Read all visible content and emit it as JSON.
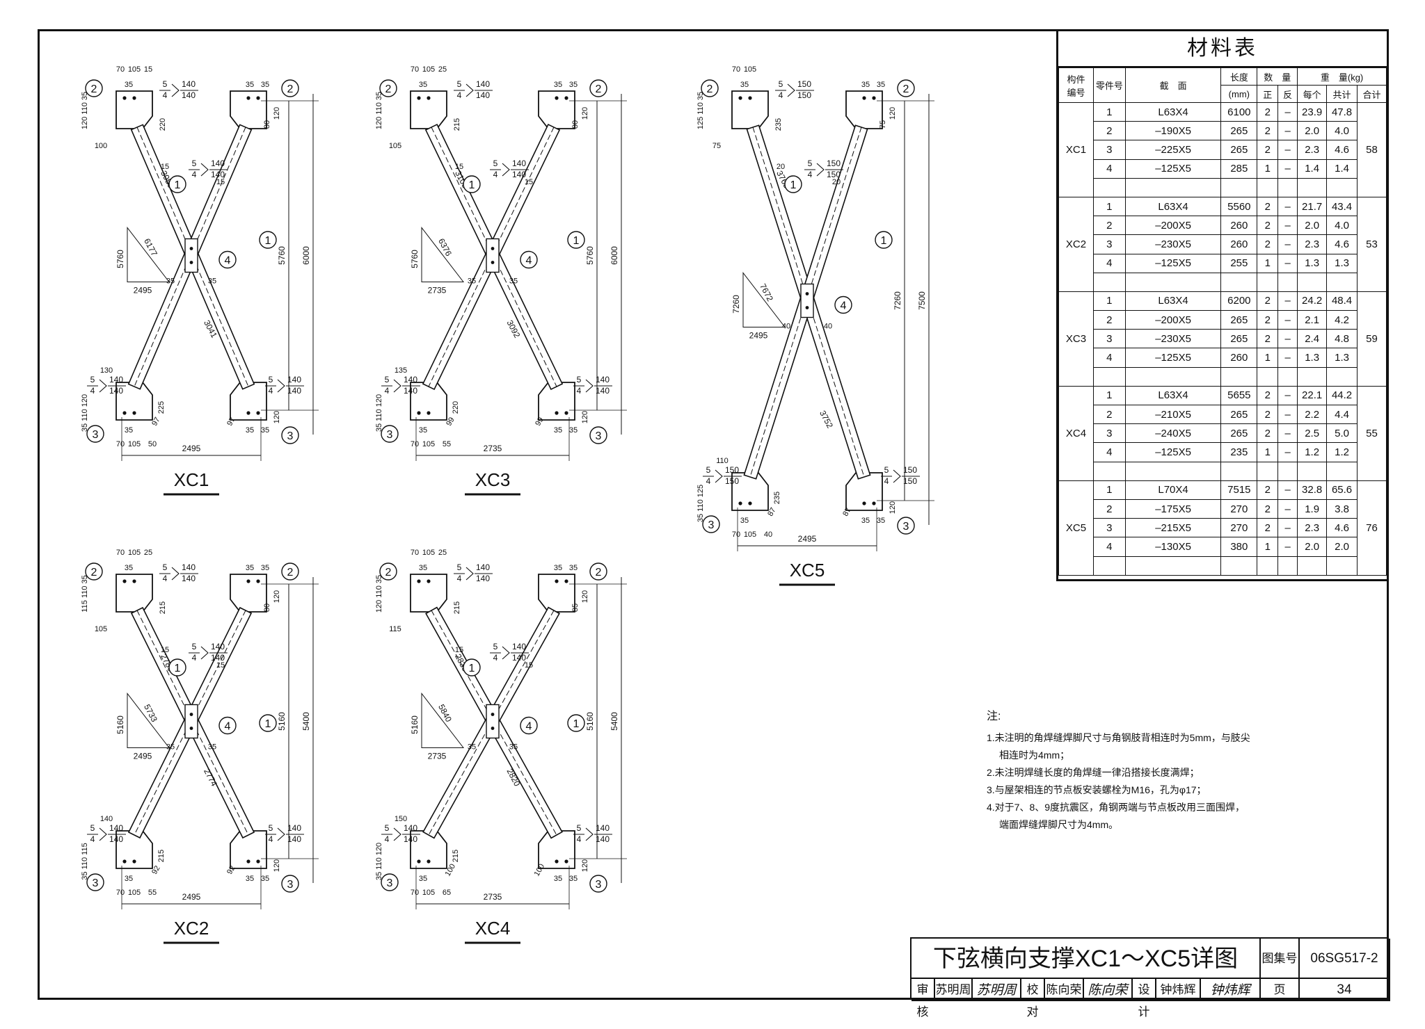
{
  "title_block": {
    "drawing_title": "下弦横向支撑XC1～XC5详图",
    "atlas_label": "图集号",
    "atlas_no": "06SG517-2",
    "review_label": "审核",
    "reviewer": "苏明周",
    "reviewer_sig": "苏明周",
    "check_label": "校对",
    "checker": "陈向荣",
    "checker_sig": "陈向荣",
    "design_label": "设计",
    "designer": "钟炜辉",
    "designer_sig": "钟炜辉",
    "page_label": "页",
    "page_no": "34"
  },
  "material_table": {
    "title": "材料表",
    "headers": {
      "member_no": [
        "构件",
        "编号"
      ],
      "part_no": "零件号",
      "section": "截　面",
      "length": [
        "长度",
        "(mm)"
      ],
      "qty": "数　量",
      "qty_pos": "正",
      "qty_neg": "反",
      "weight": "重　量(kg)",
      "w_each": "每个",
      "w_total": "共计",
      "w_sum": "合计"
    },
    "groups": [
      {
        "member": "XC1",
        "sum": "58",
        "rows": [
          {
            "part": "1",
            "section": "L63X4",
            "length": "6100",
            "pos": "2",
            "neg": "–",
            "each": "23.9",
            "total": "47.8"
          },
          {
            "part": "2",
            "section": "–190X5",
            "length": "265",
            "pos": "2",
            "neg": "–",
            "each": "2.0",
            "total": "4.0"
          },
          {
            "part": "3",
            "section": "–225X5",
            "length": "265",
            "pos": "2",
            "neg": "–",
            "each": "2.3",
            "total": "4.6"
          },
          {
            "part": "4",
            "section": "–125X5",
            "length": "285",
            "pos": "1",
            "neg": "–",
            "each": "1.4",
            "total": "1.4"
          }
        ]
      },
      {
        "member": "XC2",
        "sum": "53",
        "rows": [
          {
            "part": "1",
            "section": "L63X4",
            "length": "5560",
            "pos": "2",
            "neg": "–",
            "each": "21.7",
            "total": "43.4"
          },
          {
            "part": "2",
            "section": "–200X5",
            "length": "260",
            "pos": "2",
            "neg": "–",
            "each": "2.0",
            "total": "4.0"
          },
          {
            "part": "3",
            "section": "–230X5",
            "length": "260",
            "pos": "2",
            "neg": "–",
            "each": "2.3",
            "total": "4.6"
          },
          {
            "part": "4",
            "section": "–125X5",
            "length": "255",
            "pos": "1",
            "neg": "–",
            "each": "1.3",
            "total": "1.3"
          }
        ]
      },
      {
        "member": "XC3",
        "sum": "59",
        "rows": [
          {
            "part": "1",
            "section": "L63X4",
            "length": "6200",
            "pos": "2",
            "neg": "–",
            "each": "24.2",
            "total": "48.4"
          },
          {
            "part": "2",
            "section": "–200X5",
            "length": "265",
            "pos": "2",
            "neg": "–",
            "each": "2.1",
            "total": "4.2"
          },
          {
            "part": "3",
            "section": "–230X5",
            "length": "265",
            "pos": "2",
            "neg": "–",
            "each": "2.4",
            "total": "4.8"
          },
          {
            "part": "4",
            "section": "–125X5",
            "length": "260",
            "pos": "1",
            "neg": "–",
            "each": "1.3",
            "total": "1.3"
          }
        ]
      },
      {
        "member": "XC4",
        "sum": "55",
        "rows": [
          {
            "part": "1",
            "section": "L63X4",
            "length": "5655",
            "pos": "2",
            "neg": "–",
            "each": "22.1",
            "total": "44.2"
          },
          {
            "part": "2",
            "section": "–210X5",
            "length": "265",
            "pos": "2",
            "neg": "–",
            "each": "2.2",
            "total": "4.4"
          },
          {
            "part": "3",
            "section": "–240X5",
            "length": "265",
            "pos": "2",
            "neg": "–",
            "each": "2.5",
            "total": "5.0"
          },
          {
            "part": "4",
            "section": "–125X5",
            "length": "235",
            "pos": "1",
            "neg": "–",
            "each": "1.2",
            "total": "1.2"
          }
        ]
      },
      {
        "member": "XC5",
        "sum": "76",
        "rows": [
          {
            "part": "1",
            "section": "L70X4",
            "length": "7515",
            "pos": "2",
            "neg": "–",
            "each": "32.8",
            "total": "65.6"
          },
          {
            "part": "2",
            "section": "–175X5",
            "length": "270",
            "pos": "2",
            "neg": "–",
            "each": "1.9",
            "total": "3.8"
          },
          {
            "part": "3",
            "section": "–215X5",
            "length": "270",
            "pos": "2",
            "neg": "–",
            "each": "2.3",
            "total": "4.6"
          },
          {
            "part": "4",
            "section": "–130X5",
            "length": "380",
            "pos": "1",
            "neg": "–",
            "each": "2.0",
            "total": "2.0"
          }
        ]
      }
    ]
  },
  "notes": {
    "heading": "注:",
    "items": [
      "1.未注明的角焊缝焊脚尺寸与角钢肢背相连时为5mm，与肢尖",
      "相连时为4mm；",
      "2.未注明焊缝长度的角焊缝一律沿搭接长度满焊；",
      "3.与屋架相连的节点板安装螺栓为M16，孔为φ17；",
      "4.对于7、8、9度抗震区，角钢两端与节点板改用三面围焊，",
      "端面焊缝焊脚尺寸为4mm。"
    ]
  },
  "drawings": [
    {
      "id": "XC1",
      "label": "XC1",
      "width_dim": "2495",
      "height_dim": "6000",
      "inner_dim": "5760",
      "diag1": "3059",
      "diag2": "3041",
      "diag_total": "6177",
      "tri_dim": "5760",
      "tri_base": "2495",
      "top_dims": [
        "70",
        "105",
        "15"
      ],
      "top_pair": [
        "35",
        "35"
      ],
      "plate_h": "220",
      "plate_h2": "225",
      "left_dims": [
        "120",
        "110",
        "35"
      ],
      "left_bot_dims": [
        "35",
        "110",
        "120"
      ],
      "side_small": "100",
      "bot_dims": [
        "70",
        "105",
        "50"
      ],
      "bot_pair": [
        "35",
        "35"
      ],
      "corner_dims": [
        "80",
        "120",
        "120",
        "97",
        "97"
      ],
      "weld_top_left": [
        "5",
        "4",
        "140",
        "140"
      ],
      "weld_mid": [
        "5",
        "4",
        "140",
        "140"
      ],
      "weld_bot_left": [
        "5",
        "4",
        "140",
        "140"
      ],
      "weld_bot_right": [
        "5",
        "4",
        "140",
        "140"
      ],
      "weld_bot_top": "130",
      "seam": [
        "15",
        "15",
        "35",
        "35"
      ]
    },
    {
      "id": "XC3",
      "label": "XC3",
      "width_dim": "2735",
      "height_dim": "6000",
      "inner_dim": "5760",
      "diag1": "3108",
      "diag2": "3092",
      "diag_total": "6376",
      "tri_dim": "5760",
      "tri_base": "2735",
      "top_dims": [
        "70",
        "105",
        "25"
      ],
      "top_pair": [
        "35",
        "35"
      ],
      "plate_h": "215",
      "plate_h2": "220",
      "left_dims": [
        "120",
        "110",
        "35"
      ],
      "left_bot_dims": [
        "35",
        "110",
        "120"
      ],
      "side_small": "105",
      "bot_dims": [
        "70",
        "105",
        "55"
      ],
      "bot_pair": [
        "35",
        "35"
      ],
      "corner_dims": [
        "80",
        "120",
        "120",
        "99",
        "99"
      ],
      "weld_top_left": [
        "5",
        "4",
        "140",
        "140"
      ],
      "weld_mid": [
        "5",
        "4",
        "140",
        "140"
      ],
      "weld_bot_left": [
        "5",
        "4",
        "140",
        "140"
      ],
      "weld_bot_right": [
        "5",
        "4",
        "140",
        "140"
      ],
      "weld_bot_top": "135",
      "seam": [
        "15",
        "15",
        "35",
        "35"
      ]
    },
    {
      "id": "XC5",
      "label": "XC5",
      "width_dim": "2495",
      "height_dim": "7500",
      "inner_dim": "7260",
      "diag1": "3763",
      "diag2": "3752",
      "diag_total": "7672",
      "tri_dim": "7260",
      "tri_base": "2495",
      "top_dims": [
        "70",
        "105"
      ],
      "top_pair": [
        "35",
        "35"
      ],
      "plate_h": "235",
      "plate_h2": "235",
      "left_dims": [
        "125",
        "110",
        "35"
      ],
      "left_bot_dims": [
        "35",
        "110",
        "125"
      ],
      "side_small": "75",
      "bot_dims": [
        "70",
        "105",
        "40"
      ],
      "bot_pair": [
        "35",
        "35"
      ],
      "corner_dims": [
        "75",
        "120",
        "120",
        "87",
        "87"
      ],
      "weld_top_left": [
        "5",
        "4",
        "150",
        "150"
      ],
      "weld_mid": [
        "5",
        "4",
        "150",
        "150"
      ],
      "weld_bot_left": [
        "5",
        "4",
        "150",
        "150"
      ],
      "weld_bot_right": [
        "5",
        "4",
        "150",
        "150"
      ],
      "weld_bot_top": "110",
      "seam": [
        "20",
        "20",
        "40",
        "40"
      ]
    },
    {
      "id": "XC2",
      "label": "XC2",
      "width_dim": "2495",
      "height_dim": "5400",
      "inner_dim": "5160",
      "diag1": "2786",
      "diag2": "2774",
      "diag_total": "5733",
      "tri_dim": "5160",
      "tri_base": "2495",
      "top_dims": [
        "70",
        "105",
        "25"
      ],
      "top_pair": [
        "35",
        "35"
      ],
      "plate_h": "215",
      "plate_h2": "215",
      "left_dims": [
        "115",
        "110",
        "35"
      ],
      "left_bot_dims": [
        "35",
        "110",
        "115"
      ],
      "side_small": "105",
      "bot_dims": [
        "70",
        "105",
        "55"
      ],
      "bot_pair": [
        "35",
        "35"
      ],
      "corner_dims": [
        "80",
        "120",
        "120",
        "92",
        "92"
      ],
      "weld_top_left": [
        "5",
        "4",
        "140",
        "140"
      ],
      "weld_mid": [
        "5",
        "4",
        "140",
        "140"
      ],
      "weld_bot_left": [
        "5",
        "4",
        "140",
        "140"
      ],
      "weld_bot_right": [
        "5",
        "4",
        "140",
        "140"
      ],
      "weld_bot_top": "140",
      "seam": [
        "15",
        "15",
        "35",
        "35"
      ]
    },
    {
      "id": "XC4",
      "label": "XC4",
      "width_dim": "2735",
      "height_dim": "5400",
      "inner_dim": "5160",
      "diag1": "2835",
      "diag2": "2820",
      "diag_total": "5840",
      "tri_dim": "5160",
      "tri_base": "2735",
      "top_dims": [
        "70",
        "105",
        "25"
      ],
      "top_pair": [
        "35",
        "35"
      ],
      "plate_h": "215",
      "plate_h2": "215",
      "left_dims": [
        "120",
        "110",
        "35"
      ],
      "left_bot_dims": [
        "35",
        "110",
        "120"
      ],
      "side_small": "115",
      "bot_dims": [
        "70",
        "105",
        "65"
      ],
      "bot_pair": [
        "35",
        "35"
      ],
      "corner_dims": [
        "85",
        "120",
        "120",
        "100",
        "100"
      ],
      "weld_top_left": [
        "5",
        "4",
        "140",
        "140"
      ],
      "weld_mid": [
        "5",
        "4",
        "140",
        "140"
      ],
      "weld_bot_left": [
        "5",
        "4",
        "140",
        "140"
      ],
      "weld_bot_right": [
        "5",
        "4",
        "140",
        "140"
      ],
      "weld_bot_top": "150",
      "seam": [
        "15",
        "15",
        "35",
        "35"
      ]
    }
  ]
}
